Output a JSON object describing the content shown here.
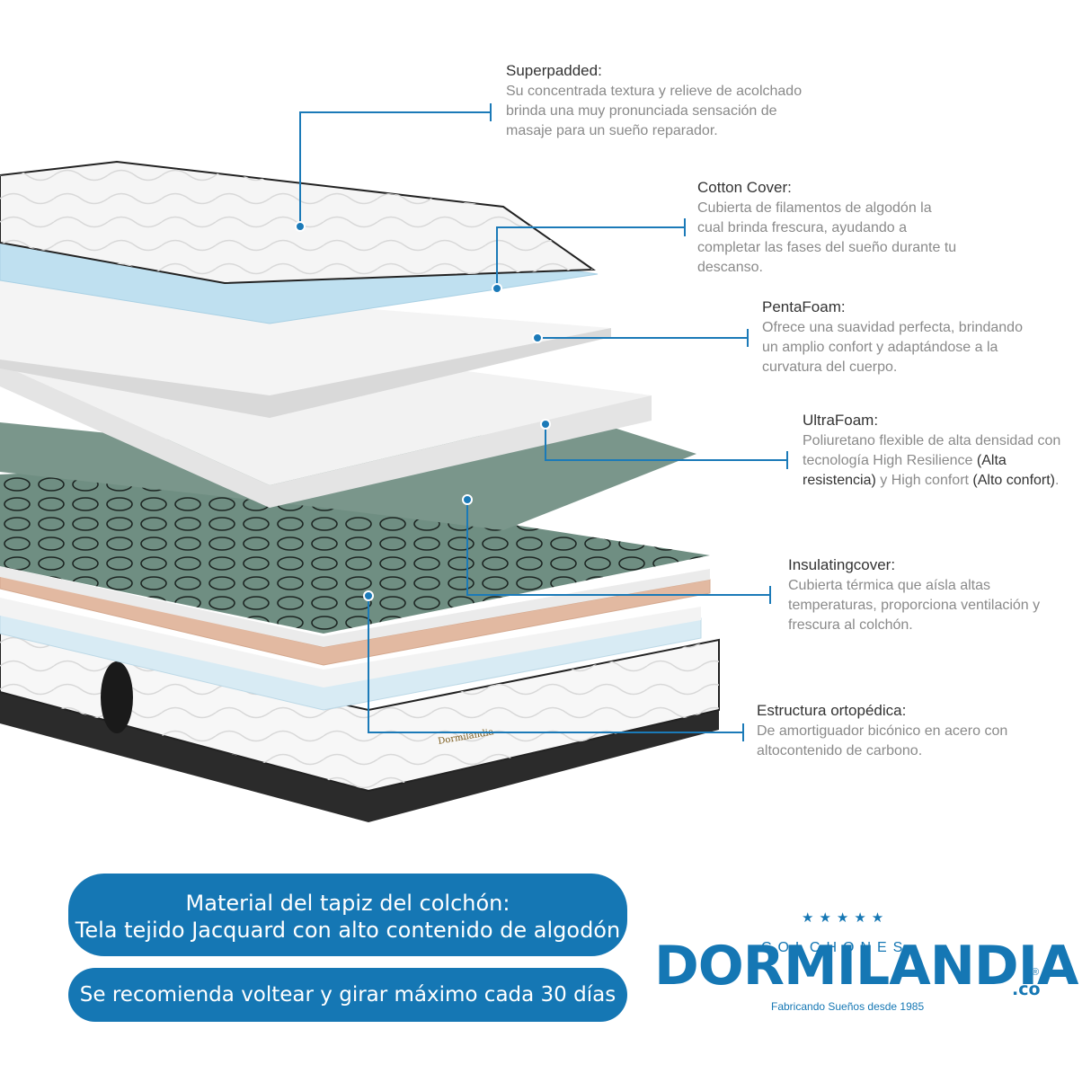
{
  "icons": {
    "marker": "callout-dot-icon",
    "logo_star": "star-icon"
  },
  "colors": {
    "accent_blue": "#1577b4",
    "title_text": "#333333",
    "desc_text": "#8a8a8a",
    "line_blue": "#1b7ab8",
    "foam_blue": "#bfe0f0",
    "pentafoam_white": "#f2f2f2",
    "green_layer": "#6f8e82",
    "copper_layer": "#e2b9a1",
    "base_dark": "#2b2b2b"
  },
  "callouts": [
    {
      "title": "Superpadded:",
      "description": "Su concentrada textura y relieve de acolchado brinda una muy pronunciada sensación de masaje para un sueño reparador."
    },
    {
      "title": "Cotton Cover:",
      "description": "Cubierta de filamentos de algodón la cual brinda frescura, ayudando a completar las fases del sueño durante tu descanso."
    },
    {
      "title": "PentaFoam:",
      "description": "Ofrece una suavidad perfecta, brindando un amplio confort y adaptándose a la curvatura del cuerpo."
    },
    {
      "title": "UltraFoam:",
      "description_parts": [
        "Poliuretano flexible de alta densidad con tecnología High Resilience ",
        "(Alta resistencia)",
        " y High confort ",
        "(Alto confort)",
        "."
      ]
    },
    {
      "title": "Insulatingcover:",
      "description": "Cubierta térmica que aísla altas temperaturas, proporciona ventilación y frescura al colchón."
    },
    {
      "title": "Estructura ortopédica:",
      "description": "De amortiguador bicónico en acero con altocontenido de carbono."
    }
  ],
  "banners": {
    "material_line1": "Material del tapiz del colchón:",
    "material_line2": "Tela tejido Jacquard con alto contenido de algodón",
    "recommendation": "Se recomienda voltear y girar máximo cada 30 días"
  },
  "brand": {
    "colchones": "COLCHONES",
    "name": "DORMILANDIA",
    "suffix": ".co",
    "registered": "®",
    "tagline": "Fabricando Sueños desde 1985"
  },
  "mattress_label": "Dormilandia"
}
